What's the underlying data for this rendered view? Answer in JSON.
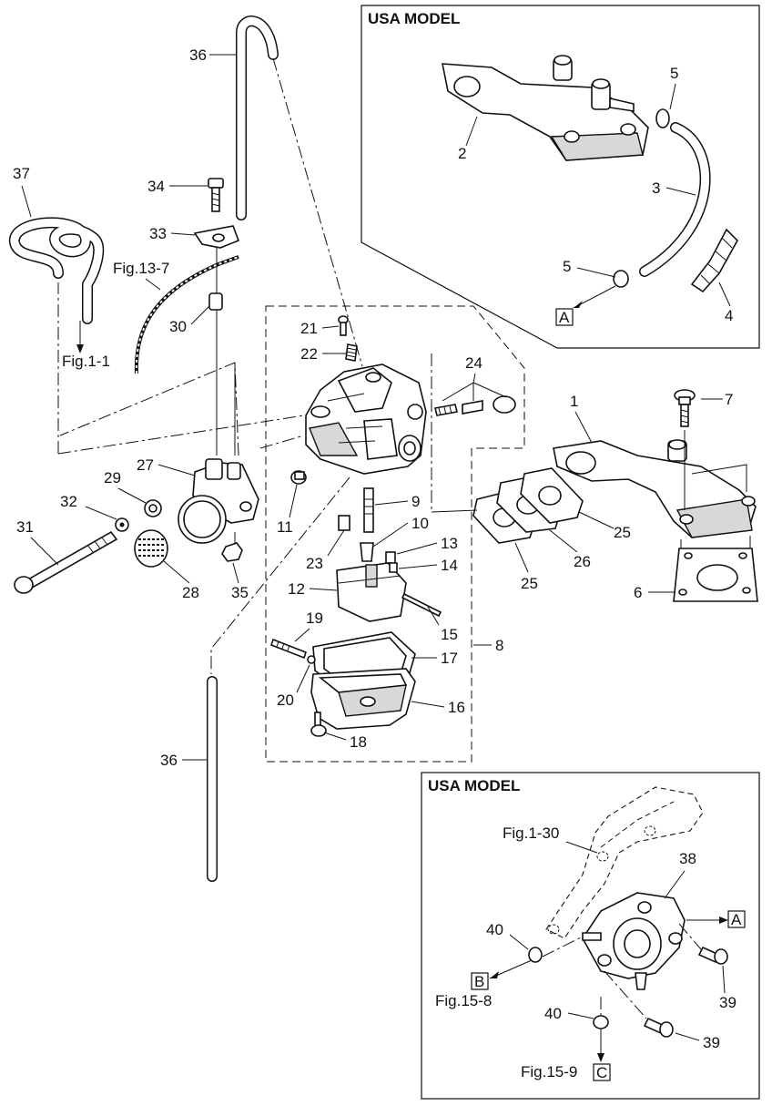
{
  "panels": {
    "usa_top_title": "USA MODEL",
    "usa_bottom_title": "USA MODEL"
  },
  "labels": {
    "p1": "1",
    "p2": "2",
    "p3": "3",
    "p4": "4",
    "p5a": "5",
    "p5b": "5",
    "p6": "6",
    "p7": "7",
    "p8": "8",
    "p9": "9",
    "p10": "10",
    "p11": "11",
    "p12": "12",
    "p13": "13",
    "p14": "14",
    "p15": "15",
    "p16": "16",
    "p17": "17",
    "p18": "18",
    "p19": "19",
    "p20": "20",
    "p21": "21",
    "p22": "22",
    "p23": "23",
    "p24": "24",
    "p25a": "25",
    "p25b": "25",
    "p26": "26",
    "p27": "27",
    "p28": "28",
    "p29": "29",
    "p30": "30",
    "p31": "31",
    "p32": "32",
    "p33": "33",
    "p34": "34",
    "p35": "35",
    "p36a": "36",
    "p36b": "36",
    "p37": "37",
    "p38": "38",
    "p39a": "39",
    "p39b": "39",
    "p40a": "40",
    "p40b": "40"
  },
  "references": {
    "fig_1_1": "Fig.1-1",
    "fig_13_7": "Fig.13-7",
    "fig_1_30": "Fig.1-30",
    "fig_15_8": "Fig.15-8",
    "fig_15_9": "Fig.15-9"
  },
  "connectors": {
    "a_top": "A",
    "a_bottom": "A",
    "b": "B",
    "c": "C"
  }
}
